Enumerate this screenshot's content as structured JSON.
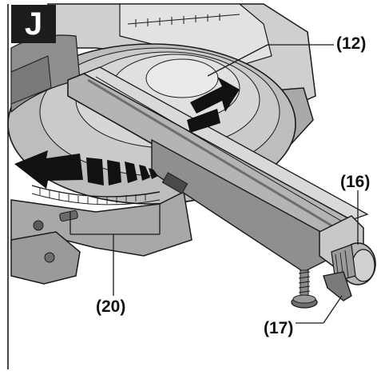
{
  "figure": {
    "badge": "J",
    "callouts": {
      "c12": "(12)",
      "c16": "(16)",
      "c20": "(20)",
      "c17": "(17)"
    }
  },
  "palette": {
    "outline": "#1a1a1a",
    "body_gray": "#bdbdbd",
    "light_gray": "#dcdcdc",
    "dark_gray": "#6e6e6e",
    "arrow": "#111111",
    "rail": "#9a9a9a"
  }
}
